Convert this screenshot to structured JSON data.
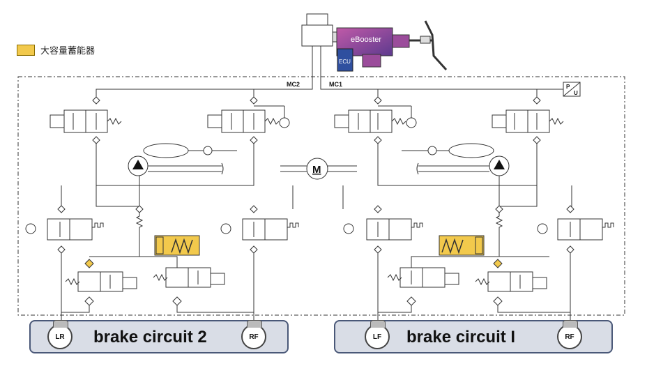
{
  "legend": {
    "label": "大容量蓄能器",
    "color": "#f2c94c"
  },
  "booster": {
    "label": "eBooster",
    "ecu_label": "ECU"
  },
  "lines": {
    "mc1": "MC1",
    "mc2": "MC2"
  },
  "sensor": {
    "p": "P",
    "u": "U"
  },
  "motor": {
    "label": "M"
  },
  "circuits": [
    {
      "title": "brake circuit 2",
      "wheels": [
        "LR",
        "RF"
      ]
    },
    {
      "title": "brake circuit I",
      "wheels": [
        "LF",
        "RF"
      ]
    }
  ],
  "colors": {
    "accumulator": "#f2c94c",
    "booster": "#8e3c8e",
    "ecu": "#2f4f9f",
    "panel": "#d9dde6"
  }
}
